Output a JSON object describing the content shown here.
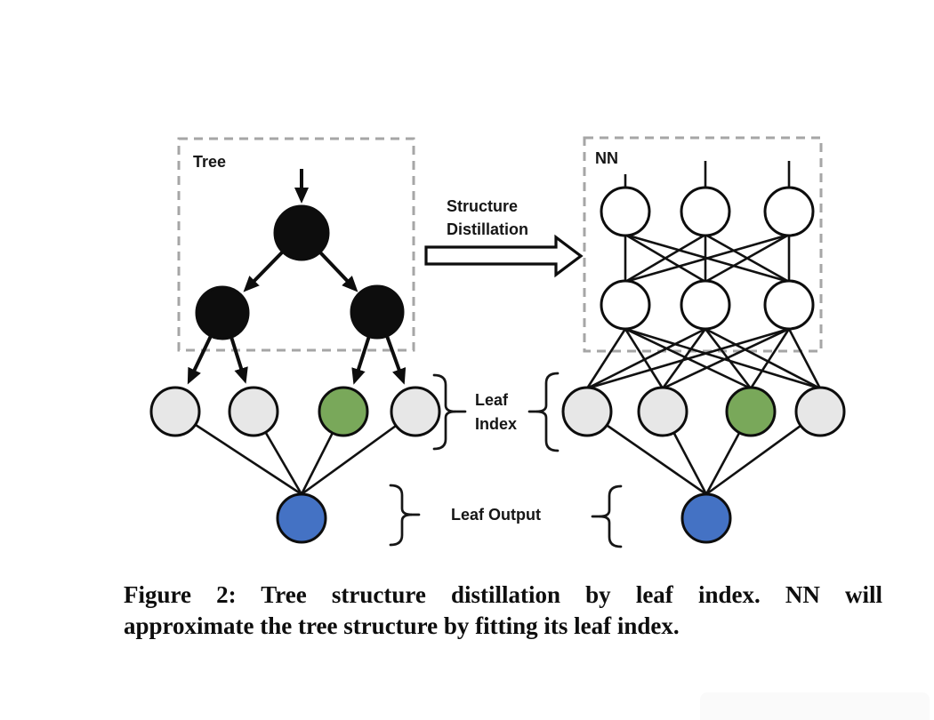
{
  "figure": {
    "tree_panel_label": "Tree",
    "nn_panel_label": "NN",
    "arrow_label": {
      "line1": "Structure",
      "line2": "Distillation"
    },
    "leaf_index_label": {
      "line1": "Leaf",
      "line2": "Index"
    },
    "leaf_output_label": "Leaf Output",
    "colors": {
      "node_black": "#0d0d0d",
      "nn_node_white": "#ffffff",
      "leaf_gray": "#e7e7e7",
      "leaf_green": "#79a85a",
      "output_blue": "#4472c4",
      "dashed_border_gray": "#a6a6a6"
    },
    "leaf_colors": [
      "#e7e7e7",
      "#e7e7e7",
      "#79a85a",
      "#e7e7e7"
    ]
  },
  "caption": {
    "line1": "Figure 2: Tree structure distillation by leaf index. NN will",
    "line2": "approximate the tree structure by fitting its leaf index."
  }
}
